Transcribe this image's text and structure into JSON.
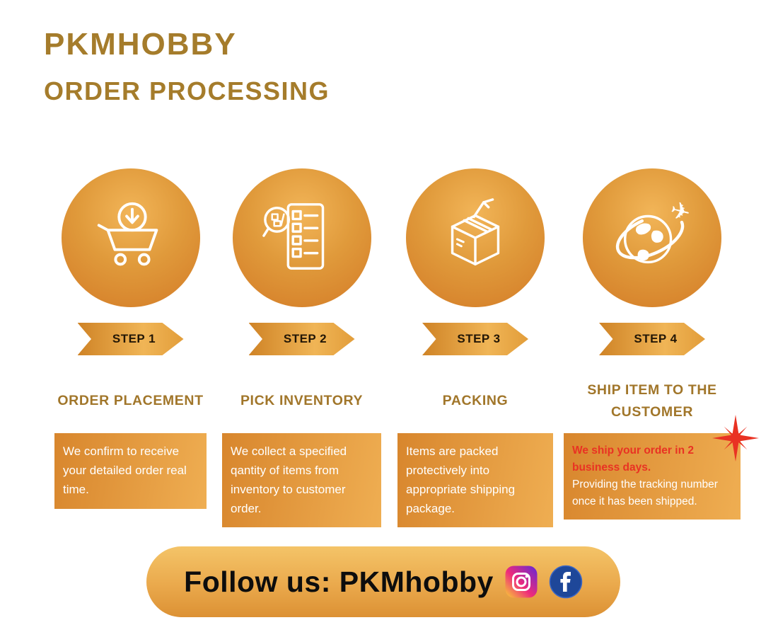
{
  "header": {
    "brand": "PKMHOBBY",
    "title": "ORDER PROCESSING"
  },
  "steps": [
    {
      "label": "STEP 1",
      "title": "ORDER PLACEMENT",
      "description": "We confirm to receive your detailed order real time.",
      "icon": "cart-download-icon"
    },
    {
      "label": "STEP 2",
      "title": "PICK INVENTORY",
      "description": "We collect a specified qantity of items from inventory to customer order.",
      "icon": "pick-inventory-icon"
    },
    {
      "label": "STEP 3",
      "title": "PACKING",
      "description": "Items are packed protectively into appropriate shipping package.",
      "icon": "packing-box-icon"
    },
    {
      "label": "STEP 4",
      "title": "SHIP ITEM TO THE CUSTOMER",
      "highlight": "We ship your order in 2 business days.",
      "description": "Providing the tracking number once it has been shipped.",
      "icon": "globe-plane-icon"
    }
  ],
  "footer": {
    "label": "Follow us: PKMhobby",
    "icons": [
      "instagram-icon",
      "facebook-icon"
    ]
  },
  "colors": {
    "brand_text": "#a57c2b",
    "gold_dark": "#d8862d",
    "gold_light": "#f2b558",
    "highlight_red": "#e93223",
    "facebook_blue": "#1e4799",
    "text_white": "#ffffff"
  }
}
